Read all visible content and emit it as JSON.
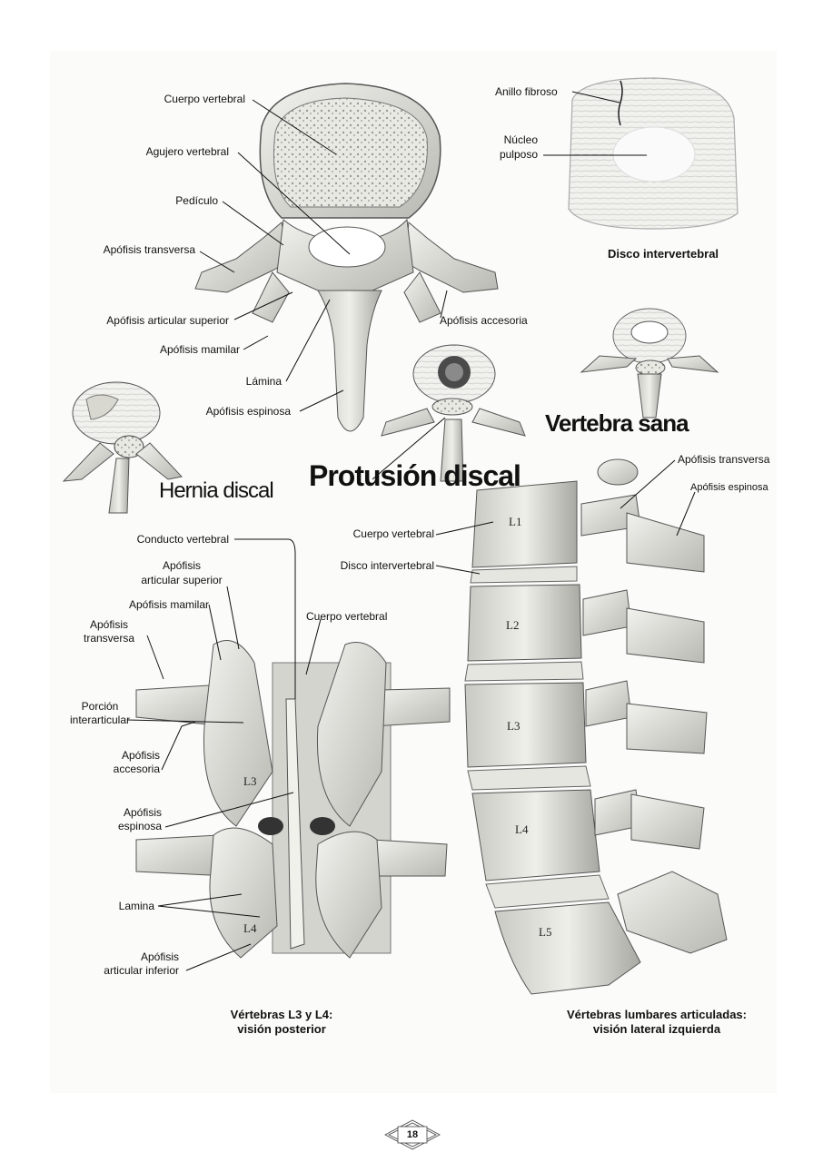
{
  "top_vertebra": {
    "cuerpo_vertebral": "Cuerpo vertebral",
    "agujero_vertebral": "Agujero vertebral",
    "pediculo": "Pedículo",
    "apofisis_transversa": "Apófisis transversa",
    "apofisis_articular_superior": "Apófisis articular superior",
    "apofisis_mamilar": "Apófisis mamilar",
    "lamina": "Lámina",
    "apofisis_espinosa": "Apófisis espinosa",
    "apofisis_accesoria": "Apófisis accesoria"
  },
  "disc": {
    "anillo_fibroso": "Anillo fibroso",
    "nucleo": "Núcleo",
    "pulposo": "pulposo",
    "caption": "Disco intervertebral"
  },
  "insets": {
    "vertebra_sana": "Vertebra sana",
    "protusion_discal": "Protusión discal",
    "hernia_discal": "Hernia discal"
  },
  "posterior_view": {
    "conducto_vertebral": "Conducto vertebral",
    "apofisis_articular_superior_1": "Apófisis",
    "apofisis_articular_superior_2": "articular superior",
    "apofisis_mamilar": "Apófisis mamilar",
    "apofisis_transversa_1": "Apófisis",
    "apofisis_transversa_2": "transversa",
    "cuerpo_vertebral": "Cuerpo vertebral",
    "porcion_1": "Porción",
    "porcion_2": "interarticular",
    "apofisis_accesoria_1": "Apófisis",
    "apofisis_accesoria_2": "accesoria",
    "apofisis_espinosa_1": "Apófisis",
    "apofisis_espinosa_2": "espinosa",
    "lamina": "Lamina",
    "apofisis_articular_inferior_1": "Apófisis",
    "apofisis_articular_inferior_2": "articular inferior",
    "level_l3": "L3",
    "level_l4": "L4",
    "caption_1": "Vértebras L3 y L4:",
    "caption_2": "visión posterior"
  },
  "lateral_view": {
    "apofisis_transversa": "Apófisis transversa",
    "apofisis_espinosa": "Apófisis espinosa",
    "cuerpo_vertebral": "Cuerpo vertebral",
    "disco_intervertebral": "Disco intervertebral",
    "levels": [
      "L1",
      "L2",
      "L3",
      "L4",
      "L5"
    ],
    "caption_1": "Vértebras lumbares articuladas:",
    "caption_2": "visión lateral izquierda"
  },
  "page_number": "18"
}
